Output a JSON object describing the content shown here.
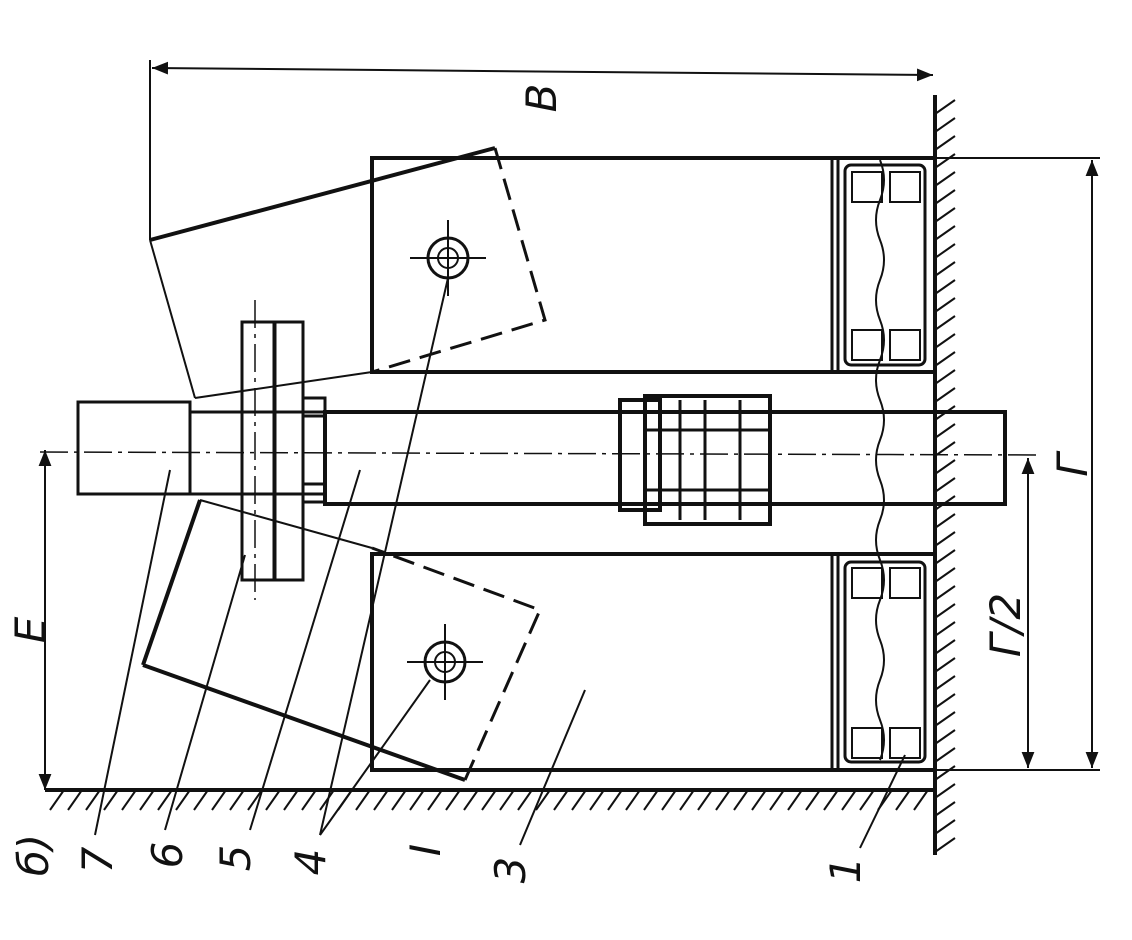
{
  "labels": {
    "B": "В",
    "G": "Г",
    "G_half": "Г/2",
    "E": "Е",
    "fig": "б)",
    "part_1": "1",
    "part_3": "3",
    "part_4": "4",
    "part_5": "5",
    "part_6": "6",
    "part_7": "7",
    "roman_I": "I"
  }
}
